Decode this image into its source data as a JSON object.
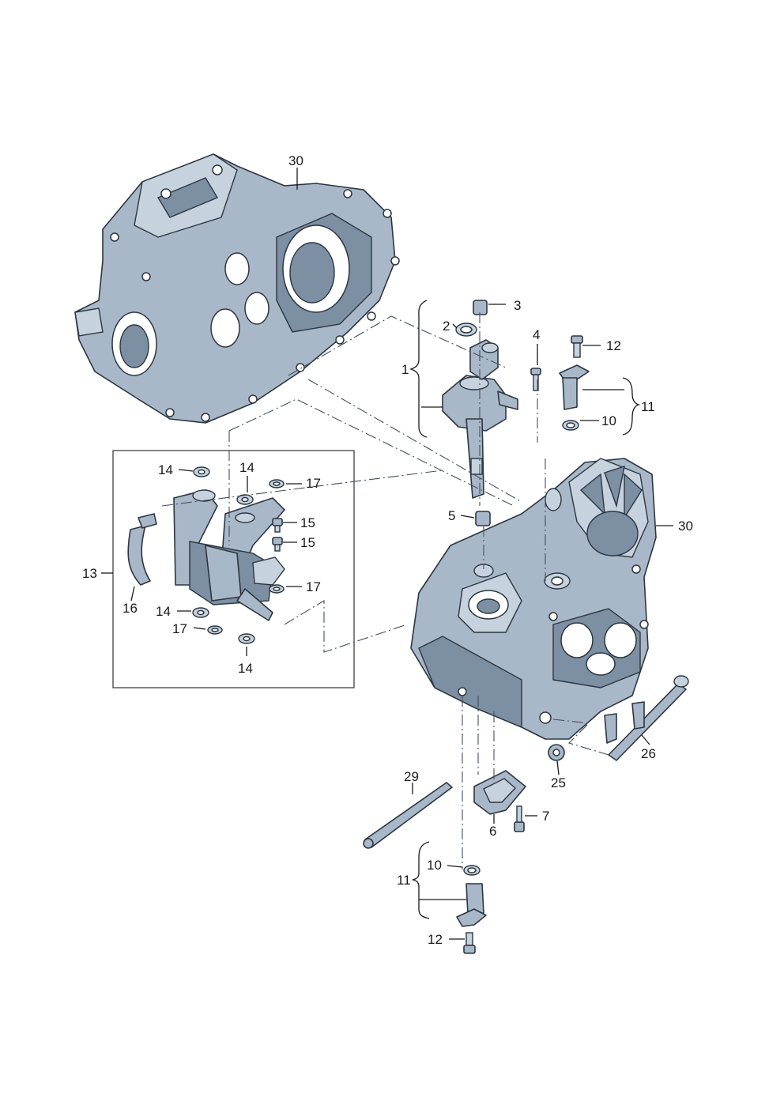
{
  "callouts": {
    "c30_top": "30",
    "c3": "3",
    "c2": "2",
    "c4": "4",
    "c12_top": "12",
    "c1": "1",
    "c11_top": "11",
    "c10_top": "10",
    "c14_a": "14",
    "c14_b": "14",
    "c17_a": "17",
    "c15_a": "15",
    "c15_b": "15",
    "c13": "13",
    "c16": "16",
    "c17_b": "17",
    "c14_c": "14",
    "c17_c": "17",
    "c14_d": "14",
    "c5": "5",
    "c30_right": "30",
    "c26": "26",
    "c25": "25",
    "c29": "29",
    "c7": "7",
    "c6": "6",
    "c10_bottom": "10",
    "c11_bottom": "11",
    "c12_bottom": "12"
  },
  "colors": {
    "part_fill": "#a9b8c8",
    "part_outline": "#2c3641",
    "callout_text": "#1a1a1a"
  }
}
